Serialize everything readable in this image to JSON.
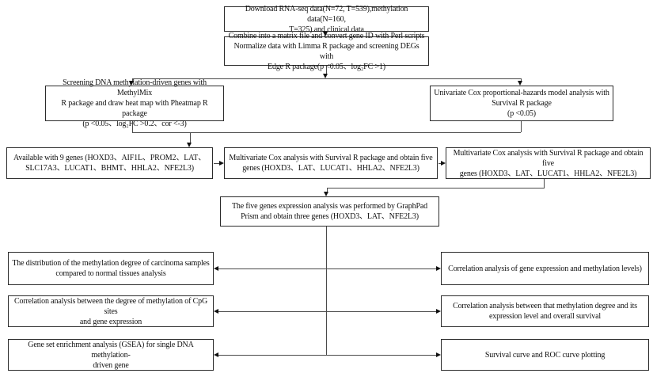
{
  "figure": {
    "top": {
      "download": "Download RNA-seq data(N=72, T=539),methylation data(N=160,\nT=325) and clinical data",
      "combine": "Combine into a matrix file and convert gene ID with Perl scripts\nNormalize data with Limma R package and screening DEGs with\nEdge R package(p <0.05、log₂FC >1)"
    },
    "branch": {
      "screening": "Screening DNA methylation-driven genes with MethylMix\nR package and draw heat map with Pheatmap R package\n(p <0.05、log₂FC >0.2、cor <-3)",
      "univariate": "Univariate Cox proportional-hazards model analysis with\nSurvival R package\n(p <0.05)"
    },
    "genes_row": {
      "available": "Available with 9 genes (HOXD3、AIF1L、PROM2、LAT、\nSLC17A3、LUCAT1、BHMT、HHLA2、NFE2L3)",
      "multivariate_mid": "Multivariate Cox analysis with Survival R package and obtain five\ngenes (HOXD3、LAT、LUCAT1、HHLA2、NFE2L3)",
      "multivariate_right": "Multivariate Cox analysis with Survival R package and obtain five\ngenes (HOXD3、LAT、LUCAT1、HHLA2、NFE2L3)"
    },
    "expression": {
      "graphpad": "The five genes expression analysis was performed by GraphPad\nPrism and obtain three genes (HOXD3、LAT、NFE2L3)"
    },
    "analyses": {
      "left": [
        "The distribution of the methylation degree of carcinoma samples\ncompared to normal tissues analysis",
        "Correlation analysis between the degree of methylation of CpG sites\nand gene expression",
        "Gene set enrichment analysis (GSEA) for single DNA methylation-\ndriven gene"
      ],
      "right": [
        "Correlation analysis of gene expression and methylation levels)",
        "Correlation analysis between that methylation degree and its\nexpression level and overall survival",
        "Survival curve and ROC curve plotting"
      ]
    },
    "colors": {
      "box_border": "#2b2b2b",
      "line": "#4a4a4a",
      "text": "#111111",
      "background": "#ffffff"
    }
  }
}
